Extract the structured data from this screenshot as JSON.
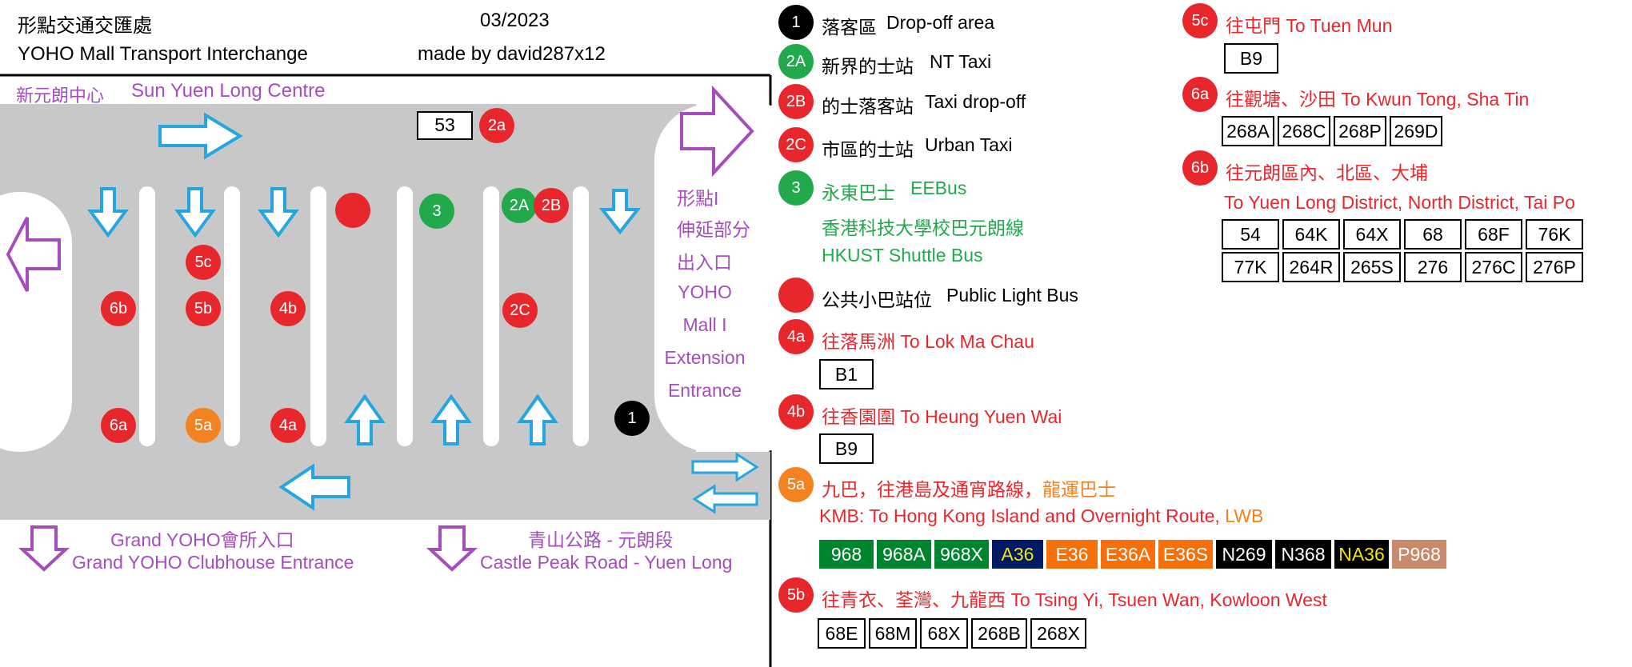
{
  "header": {
    "title_zh": "形點交通交匯處",
    "date": "03/2023",
    "title_en": "YOHO Mall Transport Interchange",
    "credit": "made by david287x12"
  },
  "map_labels": {
    "syl_zh": "新元朗中心",
    "syl_en": "Sun Yuen Long Centre",
    "ext_zh_1": "形點I",
    "ext_zh_2": "伸延部分",
    "ext_zh_3": "出入口",
    "ext_en_1": "YOHO",
    "ext_en_2": "Mall I",
    "ext_en_3": "Extension",
    "ext_en_4": "Entrance",
    "club_zh": "Grand YOHO會所入口",
    "club_en": "Grand YOHO Clubhouse Entrance",
    "cpr_zh": "青山公路 - 元朗段",
    "cpr_en": "Castle Peak Road - Yuen Long",
    "route_53": "53"
  },
  "stops": {
    "s2a": "2a",
    "s2A": "2A",
    "s2B": "2B",
    "s2C": "2C",
    "s3": "3",
    "s5c": "5c",
    "s6b": "6b",
    "s5b": "5b",
    "s4b": "4b",
    "s6a": "6a",
    "s5a": "5a",
    "s4a": "4a",
    "s1": "1"
  },
  "legend": {
    "l1_zh": "落客區",
    "l1_en": "Drop-off area",
    "l1_badge": "1",
    "l2A_zh": "新界的士站",
    "l2A_en": "NT Taxi",
    "l2A_badge": "2A",
    "l2B_zh": "的士落客站",
    "l2B_en": "Taxi drop-off",
    "l2B_badge": "2B",
    "l2C_zh": "市區的士站",
    "l2C_en": "Urban Taxi",
    "l2C_badge": "2C",
    "l3_zh": "永東巴士",
    "l3_en": "EEBus",
    "l3_badge": "3",
    "l3_line2": "香港科技大學校巴元朗線",
    "l3_line3": "HKUST Shuttle Bus",
    "plb_zh": "公共小巴站位",
    "plb_en": "Public Light Bus",
    "l4a_badge": "4a",
    "l4a": "往落馬洲 To Lok Ma Chau",
    "l4a_route": "B1",
    "l4b_badge": "4b",
    "l4b": "往香園圍 To Heung Yuen Wai",
    "l4b_route": "B9",
    "l5a_badge": "5a",
    "l5a_line1a": "九巴，往港島及通宵路線，",
    "l5a_line1b": "龍運巴士",
    "l5a_line2a": "KMB: To Hong Kong Island and Overnight Route, ",
    "l5a_line2b": "LWB",
    "l5b_badge": "5b",
    "l5b": "往青衣、荃灣、九龍西 To Tsing Yi, Tsuen Wan, Kowloon West",
    "l5c_badge": "5c",
    "l5c": "往屯門 To Tuen Mun",
    "l5c_route": "B9",
    "l6a_badge": "6a",
    "l6a": "往觀塘、沙田 To Kwun Tong, Sha Tin",
    "l6b_badge": "6b",
    "l6b_line1": "往元朗區內、北區、大埔",
    "l6b_line2": "To Yuen Long District, North District, Tai Po"
  },
  "routes_5a": [
    {
      "label": "968",
      "bg": "#00852f",
      "fg": "#ffffff"
    },
    {
      "label": "968A",
      "bg": "#00852f",
      "fg": "#ffffff"
    },
    {
      "label": "968X",
      "bg": "#00852f",
      "fg": "#ffffff"
    },
    {
      "label": "A36",
      "bg": "#001a66",
      "fg": "#f5e400"
    },
    {
      "label": "E36",
      "bg": "#f5700a",
      "fg": "#ffffff"
    },
    {
      "label": "E36A",
      "bg": "#f5700a",
      "fg": "#ffffff"
    },
    {
      "label": "E36S",
      "bg": "#f5700a",
      "fg": "#ffffff"
    },
    {
      "label": "N269",
      "bg": "#000000",
      "fg": "#ffffff"
    },
    {
      "label": "N368",
      "bg": "#000000",
      "fg": "#ffffff"
    },
    {
      "label": "NA36",
      "bg": "#000000",
      "fg": "#f5e400"
    },
    {
      "label": "P968",
      "bg": "#c9896b",
      "fg": "#ffffff"
    }
  ],
  "routes_5b": [
    "68E",
    "68M",
    "68X",
    "268B",
    "268X"
  ],
  "routes_6a": [
    "268A",
    "268C",
    "268P",
    "269D"
  ],
  "routes_6b_row1": [
    "54",
    "64K",
    "64X",
    "68",
    "68F",
    "76K"
  ],
  "routes_6b_row2": [
    "77K",
    "264R",
    "265S",
    "276",
    "276C",
    "276P"
  ],
  "colors": {
    "red": "#e8272d",
    "green": "#22a94b",
    "orange": "#f58220",
    "purple": "#a64dbd",
    "blue": "#26a6e0",
    "road": "#c8c8c8",
    "black": "#000000"
  },
  "icons": {
    "arrow_blue": "arrow-icon",
    "arrow_purple": "direction-arrow-icon"
  }
}
